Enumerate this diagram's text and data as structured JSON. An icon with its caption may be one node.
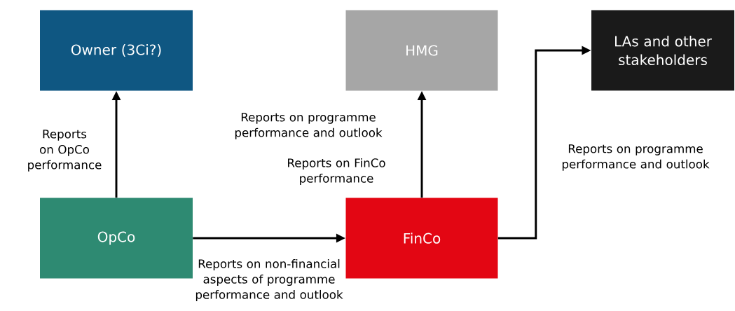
{
  "diagram": {
    "nodes": [
      {
        "text": [
          "Owner (3Ci?)"
        ]
      },
      {
        "text": [
          "HMG"
        ]
      },
      {
        "text": [
          "LAs and other stakeholders"
        ]
      },
      {
        "text": [
          "OpCo"
        ]
      },
      {
        "text": [
          "FinCo"
        ]
      }
    ],
    "edges": [
      {
        "from": 3,
        "to": 0,
        "arrow": "to",
        "label": "Reports on OpCo performance"
      },
      {
        "from": 4,
        "to": 1,
        "arrow": "to",
        "label": "Reports on FinCo performance"
      },
      {
        "from": 3,
        "to": 4,
        "arrow": "to",
        "label": "Reports on non-financial aspects of programme performance and outlook"
      },
      {
        "from": 4,
        "to": 2,
        "arrow": "to",
        "label": "Reports on programme performance and outlook"
      }
    ],
    "labels": [
      "Reports on programme performance and outlook"
    ]
  }
}
